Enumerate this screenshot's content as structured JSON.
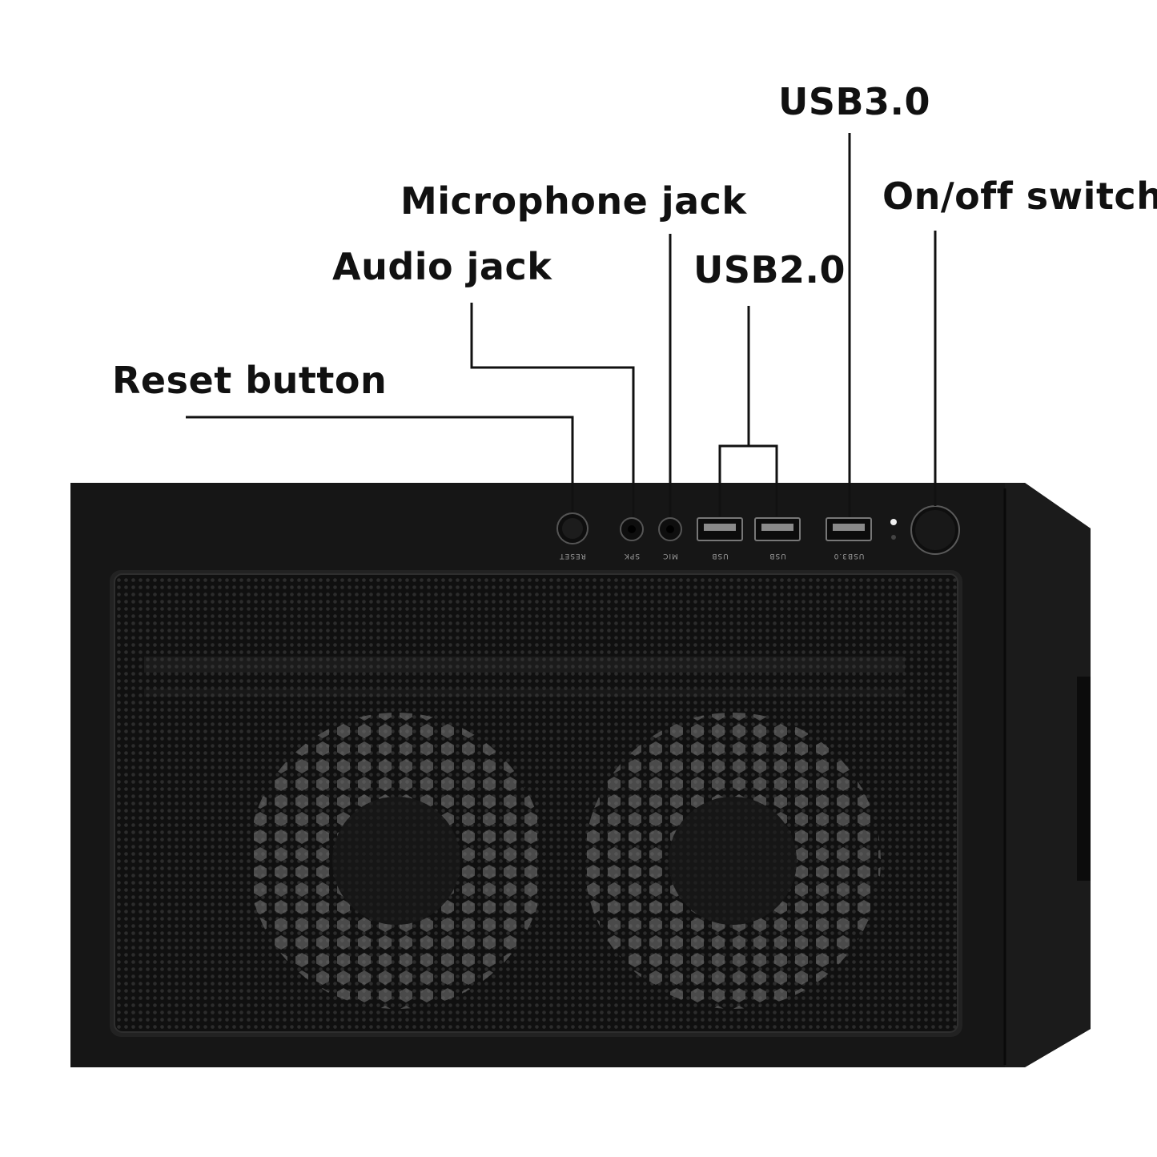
{
  "labels": {
    "reset": "Reset button",
    "audio": "Audio jack",
    "microphone": "Microphone jack",
    "usb2": "USB2.0",
    "usb3": "USB3.0",
    "power": "On/off switch"
  },
  "port_labels": {
    "reset": "RESET",
    "spk": "SPK",
    "mic": "MIC",
    "usb_a": "USB",
    "usb_b": "USB",
    "usb3": "USB3.0"
  },
  "colors": {
    "case_body": "#141414",
    "case_panel": "#1c1c1c",
    "mesh_bg": "#111111",
    "mesh_dot": "#3a3a3a",
    "fan_glow": "#6e6e6e",
    "leader_line": "#111111"
  }
}
